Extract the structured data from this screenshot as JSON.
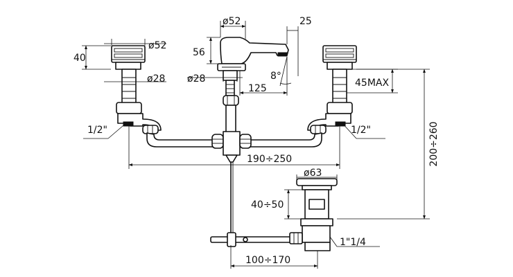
{
  "labels": {
    "handle_diameter_left": "ø52",
    "handle_height_left": "40",
    "stem_diameter_left": "ø28",
    "thread_left": "1/2\"",
    "spout_diameter": "ø52",
    "spout_height": "56",
    "spout_offset": "25",
    "spout_base_diameter": "ø28",
    "spout_reach": "125",
    "spout_angle": "8°",
    "max_deck_thickness": "45MAX",
    "thread_right": "1/2\"",
    "valve_spacing": "190÷250",
    "total_height": "200÷260",
    "waste_diameter": "ø63",
    "waste_height": "40÷50",
    "waste_thread": "1\"1/4",
    "rod_distance": "100÷170"
  },
  "colors": {
    "line": "#111111",
    "background": "#ffffff"
  }
}
